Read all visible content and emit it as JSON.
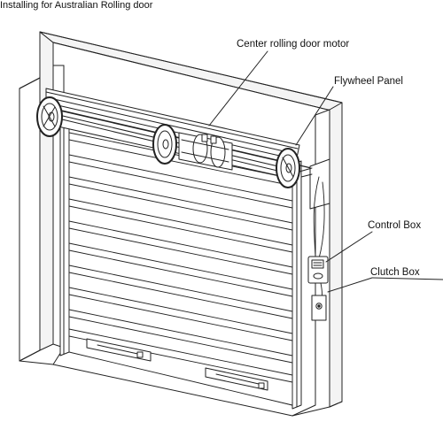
{
  "title": "Installing for Australian Rolling door",
  "labels": {
    "motor": "Center rolling door motor",
    "flywheel": "Flywheel Panel",
    "control": "Control Box",
    "clutch": "Clutch Box"
  },
  "colors": {
    "line": "#222222",
    "frame_shadow": "#e9e9e9",
    "background": "#ffffff"
  },
  "icons": {
    "control_box": "control-box-icon",
    "clutch_box": "clutch-box-icon",
    "flywheel": "flywheel-icon",
    "motor": "motor-icon"
  }
}
